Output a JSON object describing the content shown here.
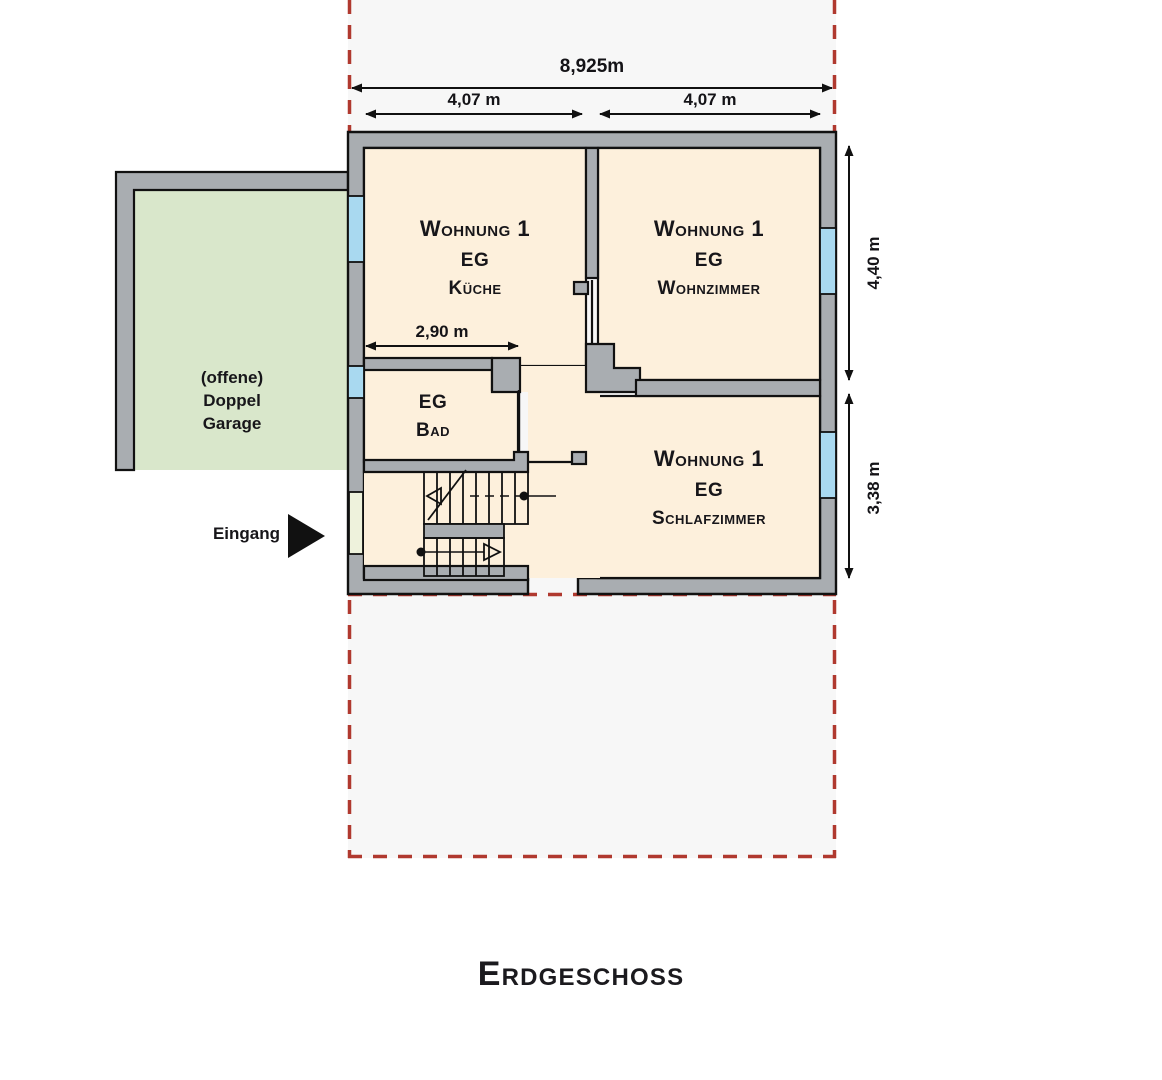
{
  "page": {
    "title": "Erdgeschoss",
    "background_color": "#ffffff"
  },
  "colors": {
    "wall_fill": "#a9adb1",
    "wall_stroke": "#111111",
    "room_fill": "#fdf0dc",
    "garage_fill": "#d9e7cb",
    "window_fill": "#a9d9f0",
    "door_fill": "#eef2dc",
    "boundary_dash": "#b0392f",
    "outside_fill": "#f7f7f7",
    "text": "#17161a"
  },
  "dimensions": {
    "overall_width": "8,925m",
    "left_bay_width": "4,07 m",
    "right_bay_width": "4,07 m",
    "bath_width": "2,90 m",
    "upper_height": "4,40 m",
    "lower_height": "3,38 m"
  },
  "rooms": [
    {
      "id": "kueche",
      "unit": "Wohnung 1",
      "level": "EG",
      "name": "Küche"
    },
    {
      "id": "wohnzimmer",
      "unit": "Wohnung 1",
      "level": "EG",
      "name": "Wohnzimmer"
    },
    {
      "id": "schlafzimmer",
      "unit": "Wohnung 1",
      "level": "EG",
      "name": "Schlafzimmer"
    },
    {
      "id": "bad",
      "unit": "",
      "level": "EG",
      "name": "Bad"
    }
  ],
  "garage": {
    "line1": "(offene)",
    "line2": "Doppel",
    "line3": "Garage"
  },
  "entrance": {
    "label": "Eingang",
    "marker": "entrance-arrow-icon"
  },
  "stairs": {
    "label": "",
    "direction_markers": [
      "up-arrow-marker",
      "down-arrow-marker"
    ]
  }
}
